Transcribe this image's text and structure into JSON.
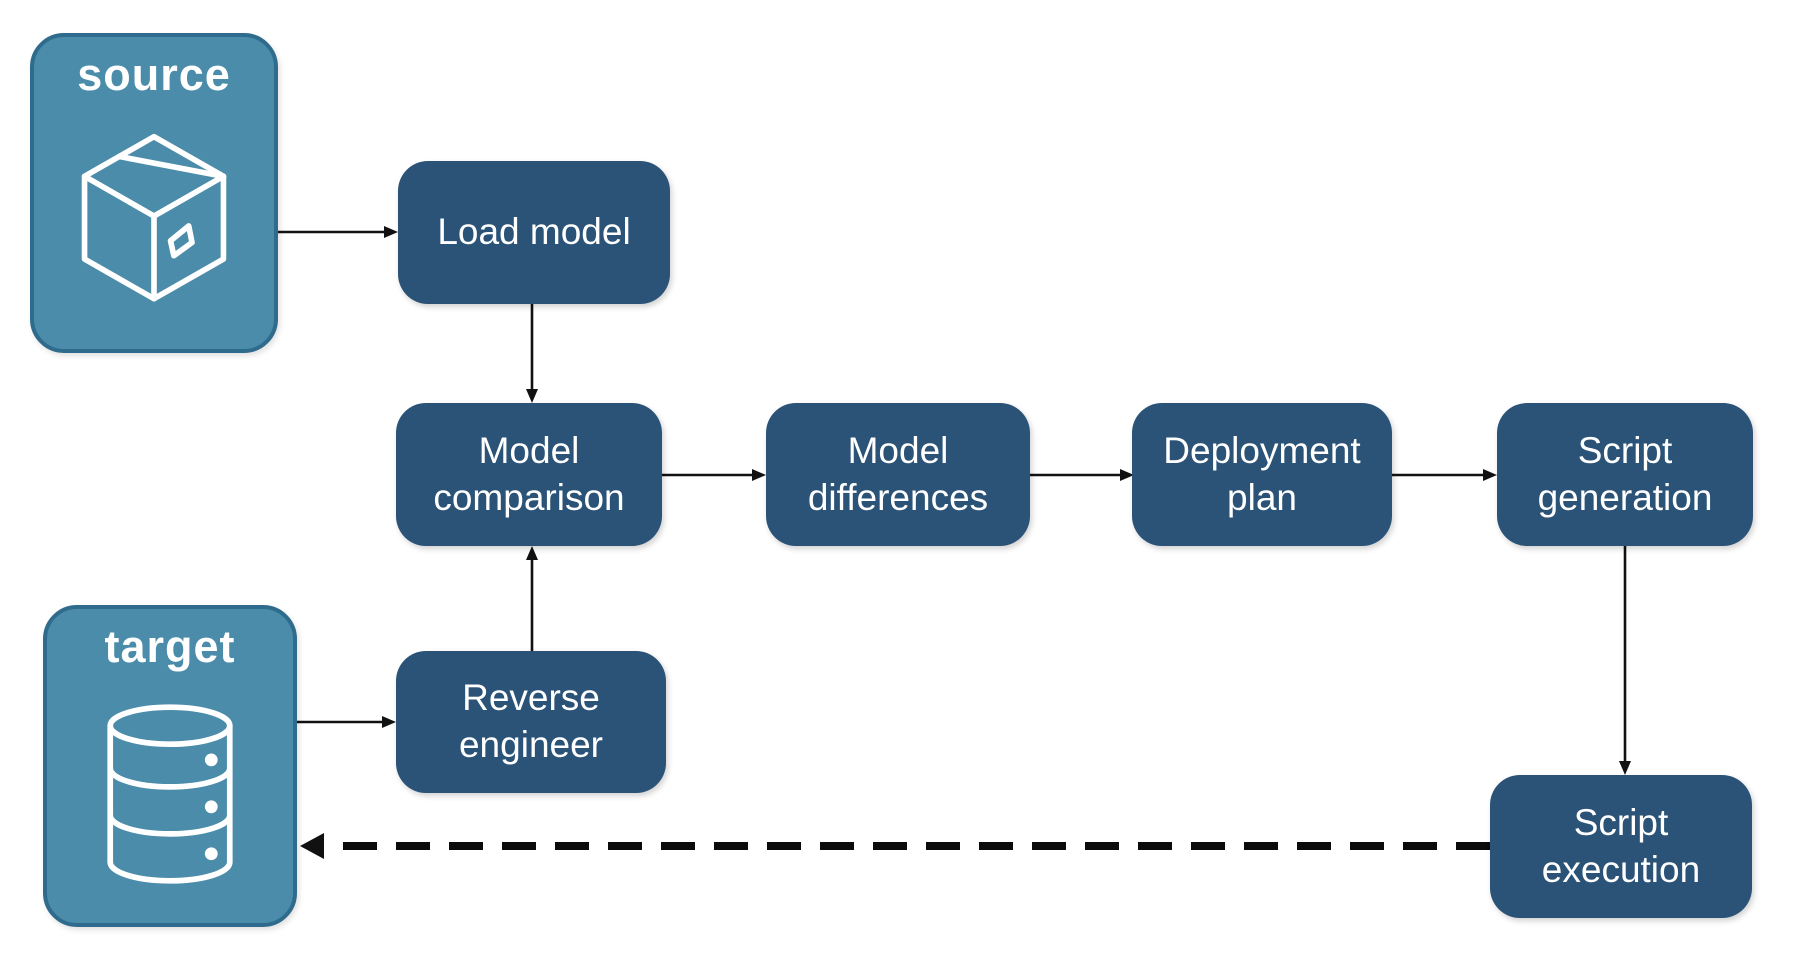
{
  "diagram": {
    "background": "#ffffff",
    "colors": {
      "process_fill": "#2B5377",
      "endpoint_fill": "#4A8CA9",
      "endpoint_border": "#2F6B8C",
      "label_text": "#ffffff",
      "arrow": "#111111"
    },
    "endpoints": [
      {
        "id": "source",
        "label": "source",
        "icon": "package-icon"
      },
      {
        "id": "target",
        "label": "target",
        "icon": "database-icon"
      }
    ],
    "nodes": [
      {
        "id": "load-model",
        "label": "Load model"
      },
      {
        "id": "model-comparison",
        "label": "Model comparison"
      },
      {
        "id": "model-differences",
        "label": "Model differences"
      },
      {
        "id": "deployment-plan",
        "label": "Deployment plan"
      },
      {
        "id": "script-generation",
        "label": "Script generation"
      },
      {
        "id": "reverse-engineer",
        "label": "Reverse engineer"
      },
      {
        "id": "script-execution",
        "label": "Script execution"
      }
    ],
    "edges": [
      {
        "from": "source",
        "to": "load-model",
        "style": "solid"
      },
      {
        "from": "load-model",
        "to": "model-comparison",
        "style": "solid"
      },
      {
        "from": "model-comparison",
        "to": "model-differences",
        "style": "solid"
      },
      {
        "from": "model-differences",
        "to": "deployment-plan",
        "style": "solid"
      },
      {
        "from": "deployment-plan",
        "to": "script-generation",
        "style": "solid"
      },
      {
        "from": "script-generation",
        "to": "script-execution",
        "style": "solid"
      },
      {
        "from": "target",
        "to": "reverse-engineer",
        "style": "solid"
      },
      {
        "from": "reverse-engineer",
        "to": "model-comparison",
        "style": "solid"
      },
      {
        "from": "script-execution",
        "to": "target",
        "style": "dashed"
      }
    ]
  }
}
